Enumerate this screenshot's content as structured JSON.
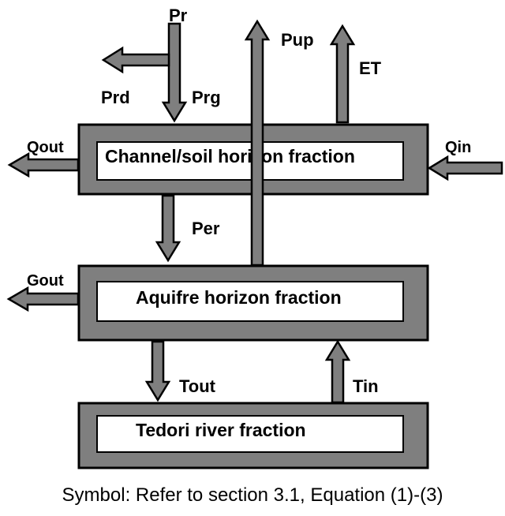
{
  "boxes": {
    "channel": "Channel/soil horizon fraction",
    "aquifer": "Aquifre horizon fraction",
    "tedori": "Tedori river fraction"
  },
  "flows": {
    "pr": "Pr",
    "prd": "Prd",
    "prg": "Prg",
    "pup": "Pup",
    "et": "ET",
    "qout": "Qout",
    "qin": "Qin",
    "per": "Per",
    "gout": "Gout",
    "tout": "Tout",
    "tin": "Tin"
  },
  "caption": "Symbol: Refer to section 3.1, Equation (1)-(3)",
  "colors": {
    "box_frame": "#7f7f7f",
    "arrow_fill": "#7f7f7f",
    "stroke": "#000000"
  }
}
